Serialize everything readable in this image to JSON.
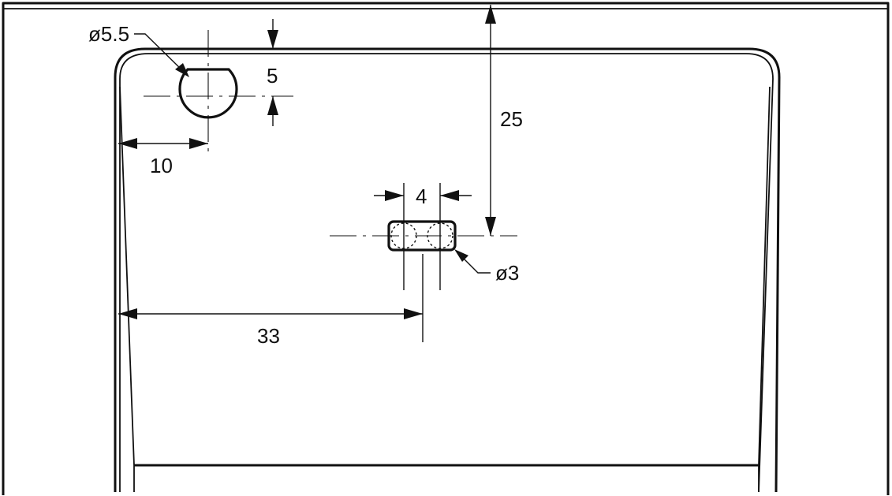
{
  "drawing": {
    "dimensions": {
      "hole_diameter_label": "ø5.5",
      "hole_top_offset_label": "5",
      "hole_side_offset_label": "10",
      "slot_width_label": "4",
      "slot_top_offset_label": "25",
      "slot_end_diameter_label": "ø3",
      "slot_side_offset_label": "33"
    },
    "colors": {
      "line": "#111111",
      "background": "#ffffff"
    }
  }
}
